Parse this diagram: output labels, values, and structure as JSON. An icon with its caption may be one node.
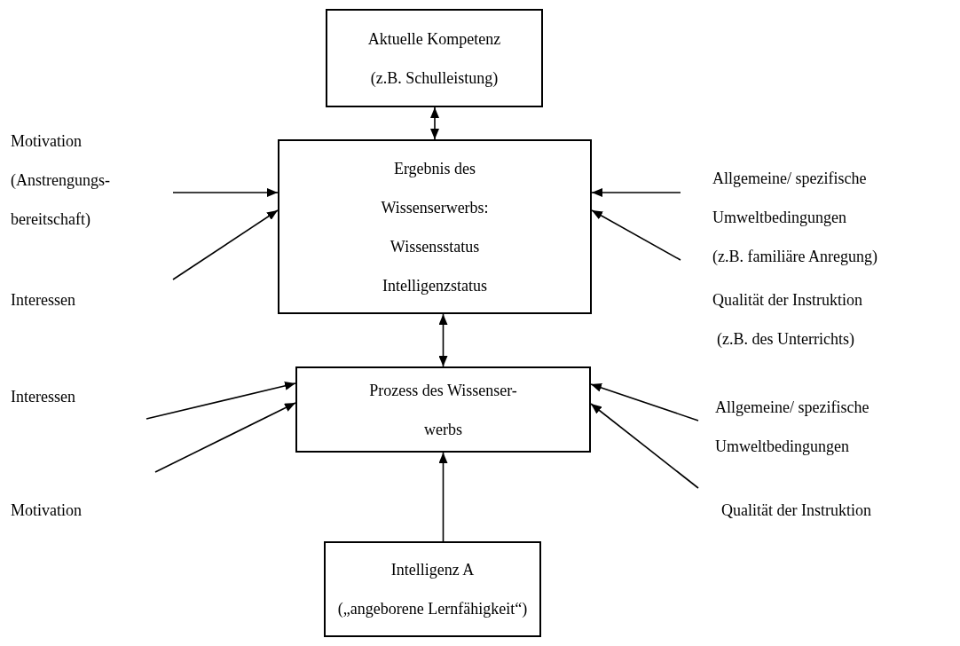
{
  "diagram": {
    "nodes": [
      {
        "text": [
          "Aktuelle Kompetenz",
          "(z.B. Schulleistung)"
        ]
      },
      {
        "text": [
          "Ergebnis des Wissenserwerbs:",
          "Wissensstatus",
          "Intelligenzstatus"
        ]
      },
      {
        "text": [
          "Prozess des Wissenser- werbs"
        ]
      },
      {
        "text": [
          "Intelligenz A",
          "(„angeborene Lernfähigkeit“)"
        ]
      }
    ],
    "edges": [
      {
        "from": 0,
        "to": 1,
        "arrow": "both"
      },
      {
        "from": 1,
        "to": 2,
        "arrow": "both"
      },
      {
        "from": 3,
        "to": 2,
        "arrow": "to"
      },
      {
        "from": null,
        "to": 1,
        "arrow": "to"
      },
      {
        "from": null,
        "to": 1,
        "arrow": "to"
      },
      {
        "from": null,
        "to": 1,
        "arrow": "to"
      },
      {
        "from": null,
        "to": 1,
        "arrow": "to"
      },
      {
        "from": null,
        "to": 2,
        "arrow": "to"
      },
      {
        "from": null,
        "to": 2,
        "arrow": "to"
      },
      {
        "from": null,
        "to": 2,
        "arrow": "to"
      },
      {
        "from": null,
        "to": 2,
        "arrow": "to"
      }
    ],
    "labels": [
      "Motivation",
      "(Anstrengungs- bereitschaft)",
      "Allgemeine/ spezifische Umweltbedingungen",
      "(z.B. familiäre Anregung)",
      "Interessen",
      "Qualität der Instruktion",
      "(z.B. des Unterrichts)",
      "Interessen",
      "Allgemeine/ spezifische Umweltbedingungen",
      "Motivation",
      "Qualität der Instruktion"
    ]
  }
}
